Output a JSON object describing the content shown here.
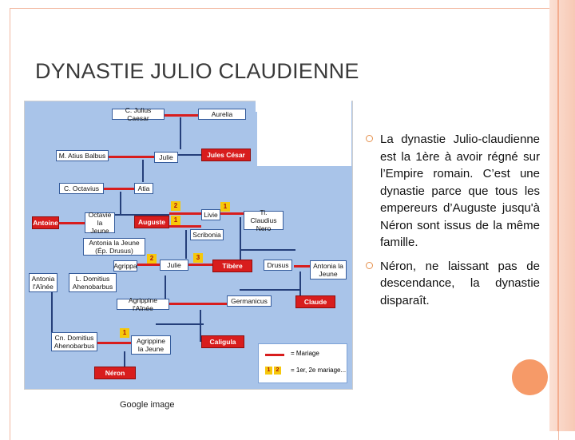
{
  "slide": {
    "title": "DYNASTIE JULIO CLAUDIENNE",
    "image_caption": "Google image",
    "bullets": [
      "La dynastie Julio-claudienne est la 1ère à avoir régné sur l’Empire romain. C’est une dynastie parce que tous les empereurs d’Auguste jusqu'à Néron sont issus de la même famille.",
      "Néron, ne laissant pas de descendance, la dynastie disparaît."
    ]
  },
  "tree": {
    "nodes": {
      "caesar": "C. Julius Caesar",
      "aurelia": "Aurelia",
      "balbus": "M. Atius Balbus",
      "julie1": "Julie",
      "jules_cesar": "Jules César",
      "octavius": "C. Octavius",
      "atia": "Atia",
      "antoine": "Antoine",
      "octavie": "Octavie la Jeune",
      "auguste": "Auguste",
      "livie": "Livie",
      "ticlaudius": "Ti. Claudius Nero",
      "scribonia": "Scribonia",
      "antonia_jeune": "Antonia la Jeune (Ép. Drusus)",
      "agrippa": "Agrippa",
      "julie2": "Julie",
      "tibere": "Tibère",
      "drusus": "Drusus",
      "antonia_jeune2": "Antonia la Jeune",
      "antonia_ainee": "Antonia l'Aînée",
      "domitius": "L. Domitius Ahenobarbus",
      "germanicus": "Germanicus",
      "claude": "Claude",
      "agrippine_ainee": "Agrippine l'Aînée",
      "cn_domitius": "Cn. Domitius Ahenobarbus",
      "agrippine_jeune": "Agrippine la Jeune",
      "caligula": "Caligula",
      "neron": "Néron"
    },
    "legend": {
      "marriage": "= Mariage",
      "marriage_order": "= 1er, 2e mariage..."
    },
    "numbers": [
      "2",
      "1",
      "1",
      "2",
      "3",
      "1"
    ],
    "colors": {
      "background": "#a9c4e9",
      "emperor": "#d81d1d",
      "badge": "#f6c80b"
    }
  }
}
